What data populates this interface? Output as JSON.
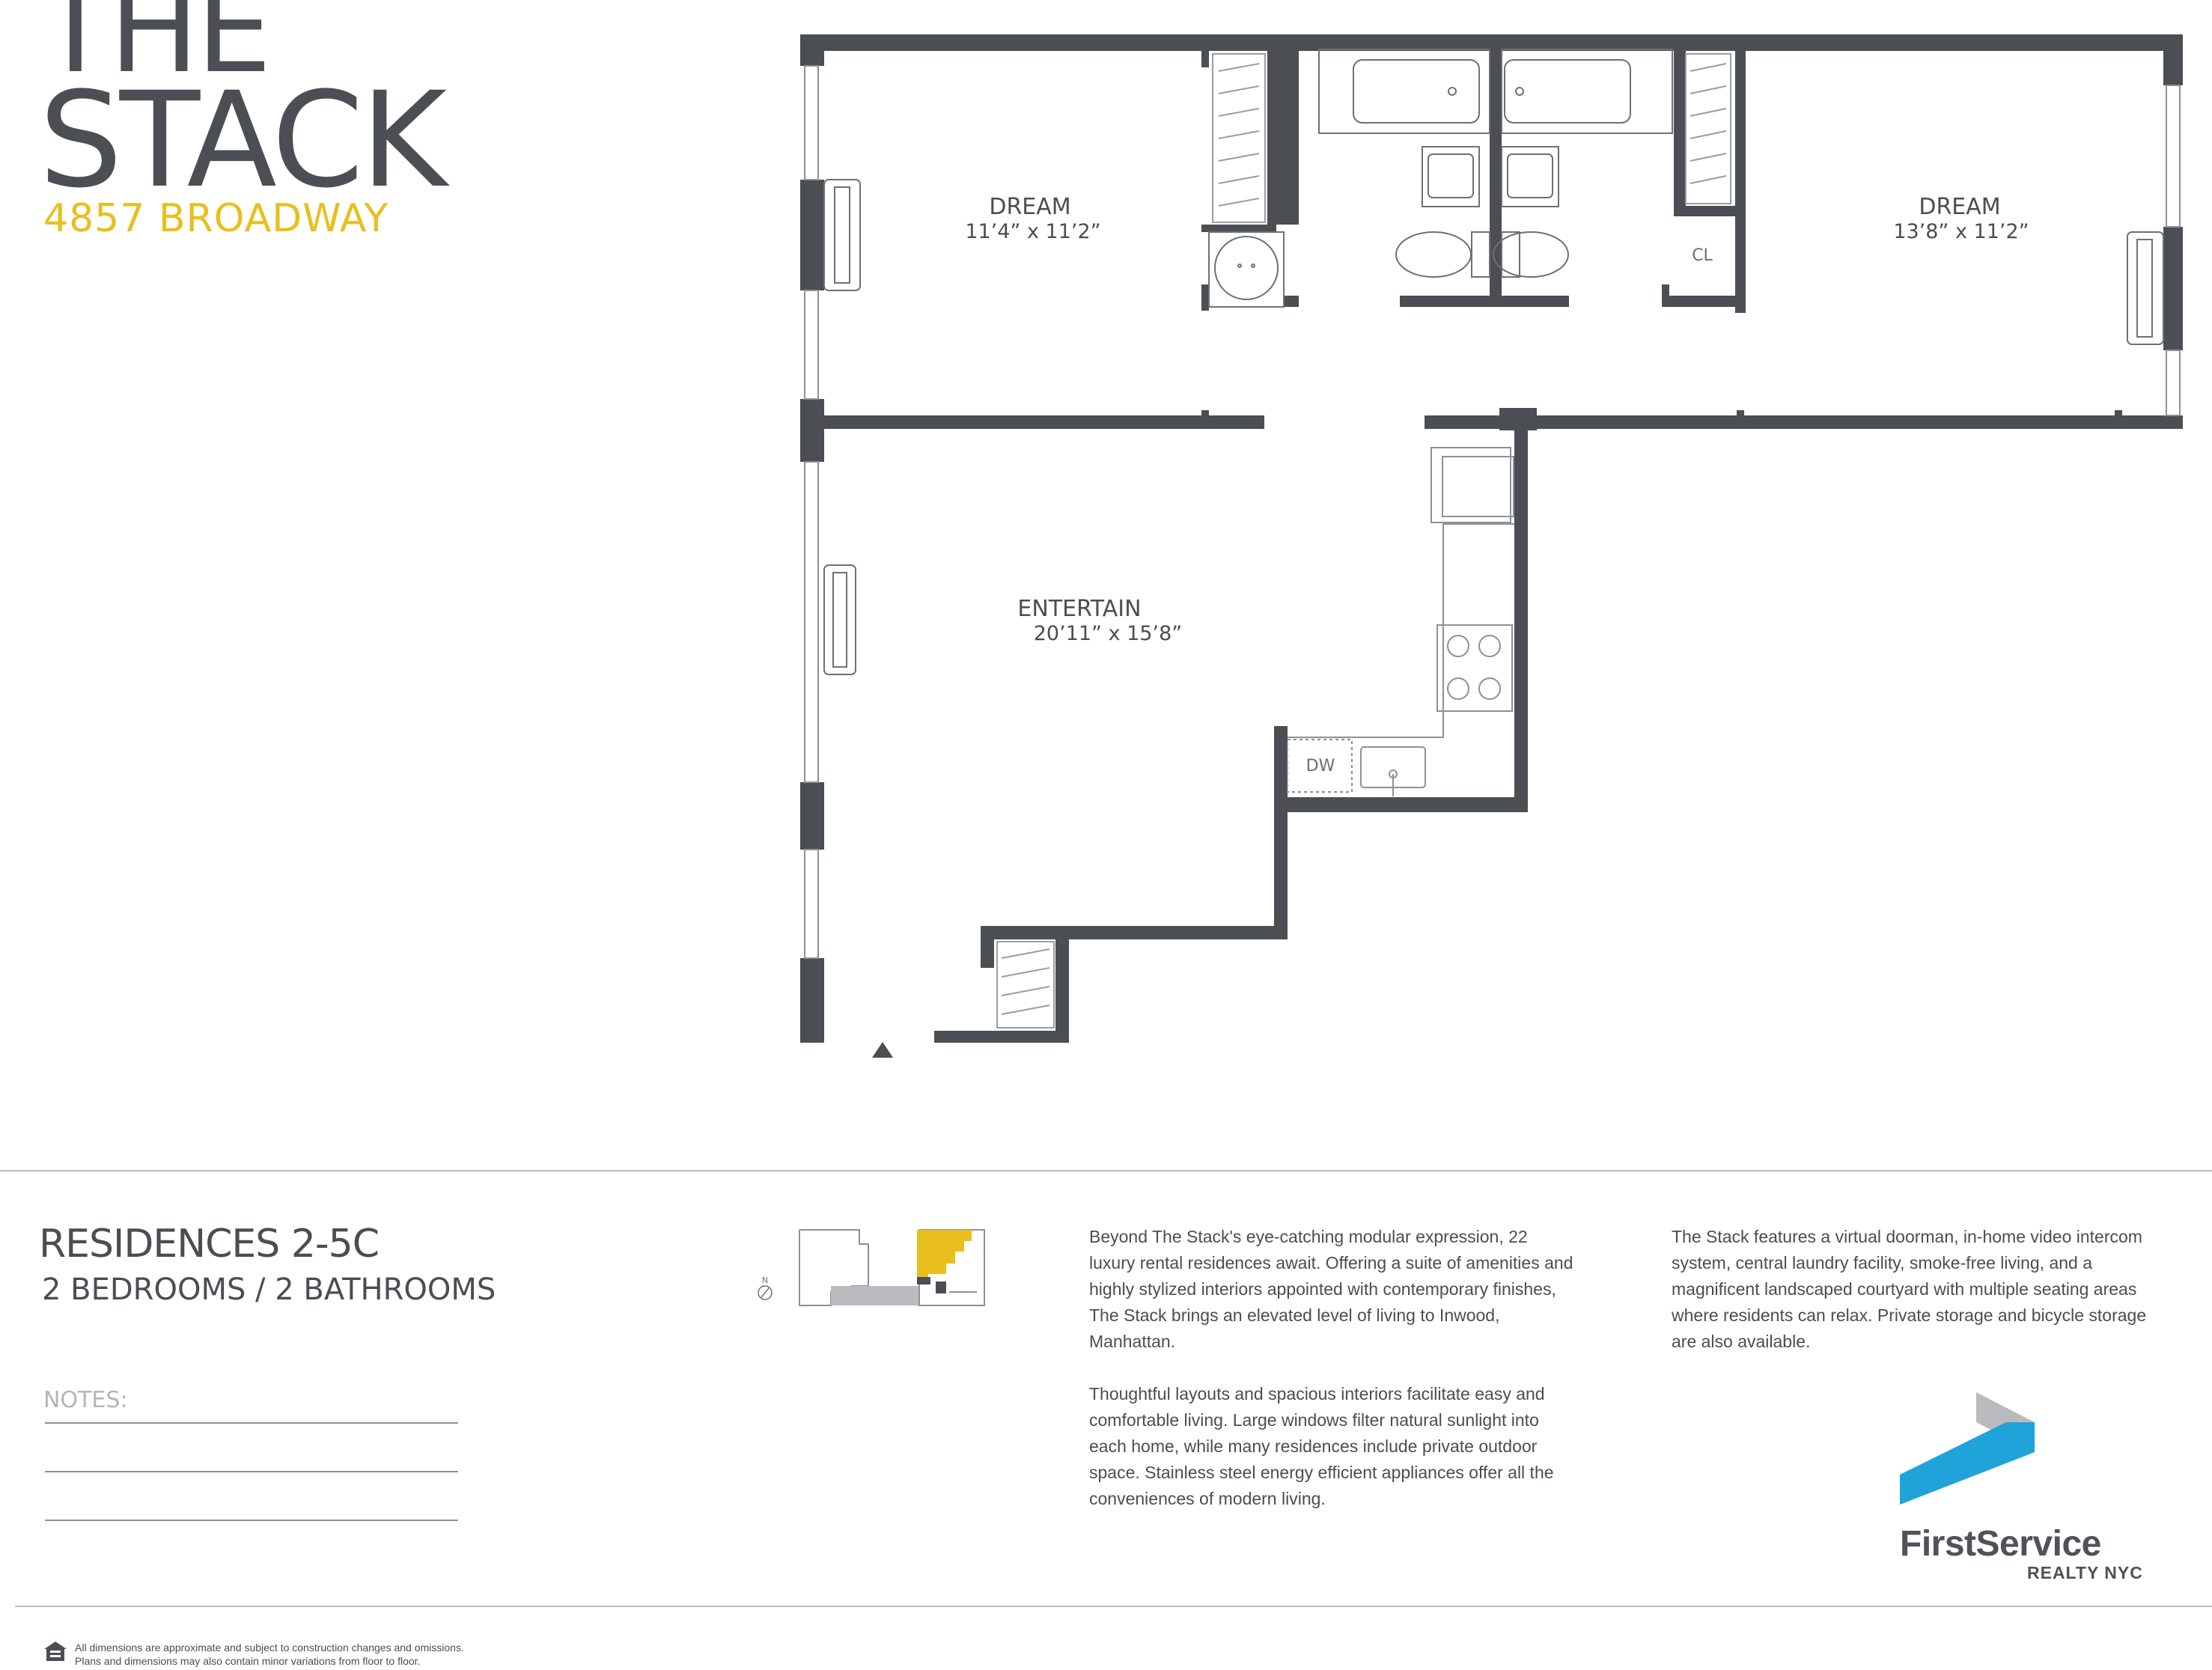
{
  "header": {
    "title_line1": "THE",
    "title_line2": "STACK",
    "address": "4857 BROADWAY"
  },
  "rooms": {
    "bedroom_left": {
      "name": "DREAM",
      "dims": "11’4” x 11’2”"
    },
    "bedroom_right": {
      "name": "DREAM",
      "dims": "13’8” x 11’2”"
    },
    "living": {
      "name": "ENTERTAIN",
      "dims": "20’11” x 15’8”"
    },
    "closet_label": "CL",
    "dishwasher_label": "DW"
  },
  "listing": {
    "title": "RESIDENCES 2-5C",
    "subtitle": "2 BEDROOMS / 2 BATHROOMS",
    "notes_label": "NOTES:"
  },
  "key_plan": {
    "north_label": "N"
  },
  "description": {
    "paragraph1": "Beyond The Stack's eye-catching modular expression, 22 luxury rental residences await. Offering a suite of amenities and highly stylized interiors appointed with contemporary finishes, The Stack brings an elevated level of living to Inwood, Manhattan.",
    "paragraph2": "Thoughtful layouts and spacious interiors facilitate easy and comfortable living. Large windows filter natural sunlight into each home, while many residences include private outdoor space. Stainless steel energy efficient appliances offer all the conveniences of modern living.",
    "paragraph3": "The Stack features a virtual doorman, in-home video intercom system, central laundry facility, smoke-free living, and a magnificent landscaped courtyard with multiple seating areas where residents can relax. Private storage and bicycle storage are also available."
  },
  "brand": {
    "name": "FirstService",
    "sub": "REALTY NYC",
    "colors": {
      "blue": "#1fa3d9",
      "grey": "#b9bbbe",
      "wall": "#4b4e53",
      "accent": "#e8bf1e"
    }
  },
  "footer": {
    "icon": "equal-housing-icon",
    "disclaimer_line1": "All dimensions are approximate and subject to construction changes and omissions.",
    "disclaimer_line2": "Plans and dimensions may also contain minor variations from floor to floor."
  }
}
